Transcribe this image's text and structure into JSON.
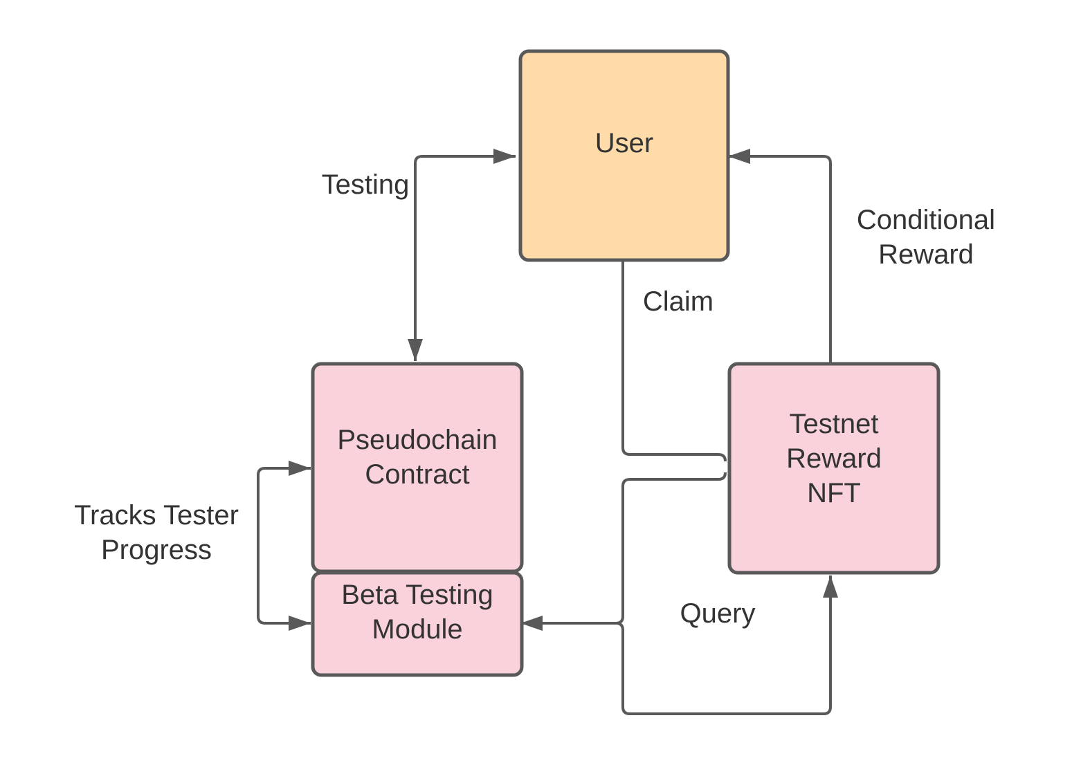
{
  "colors": {
    "stroke": "#595959",
    "text": "#333333",
    "user_fill": "#FFDBA9",
    "pink_fill": "#F9D2DC",
    "background": "#FFFFFF"
  },
  "nodes": {
    "user": {
      "label": [
        "User"
      ]
    },
    "pseudochain_contract": {
      "label": [
        "Pseudochain",
        "Contract"
      ]
    },
    "beta_testing_module": {
      "label": [
        "Beta Testing",
        "Module"
      ]
    },
    "testnet_reward_nft": {
      "label": [
        "Testnet",
        "Reward",
        "NFT"
      ]
    }
  },
  "edges": {
    "testing": {
      "label": [
        "Testing"
      ]
    },
    "claim": {
      "label": [
        "Claim"
      ]
    },
    "conditional_reward": {
      "label": [
        "Conditional",
        "Reward"
      ]
    },
    "tracks_tester_progress": {
      "label": [
        "Tracks Tester",
        "Progress"
      ]
    },
    "query": {
      "label": [
        "Query"
      ]
    }
  }
}
